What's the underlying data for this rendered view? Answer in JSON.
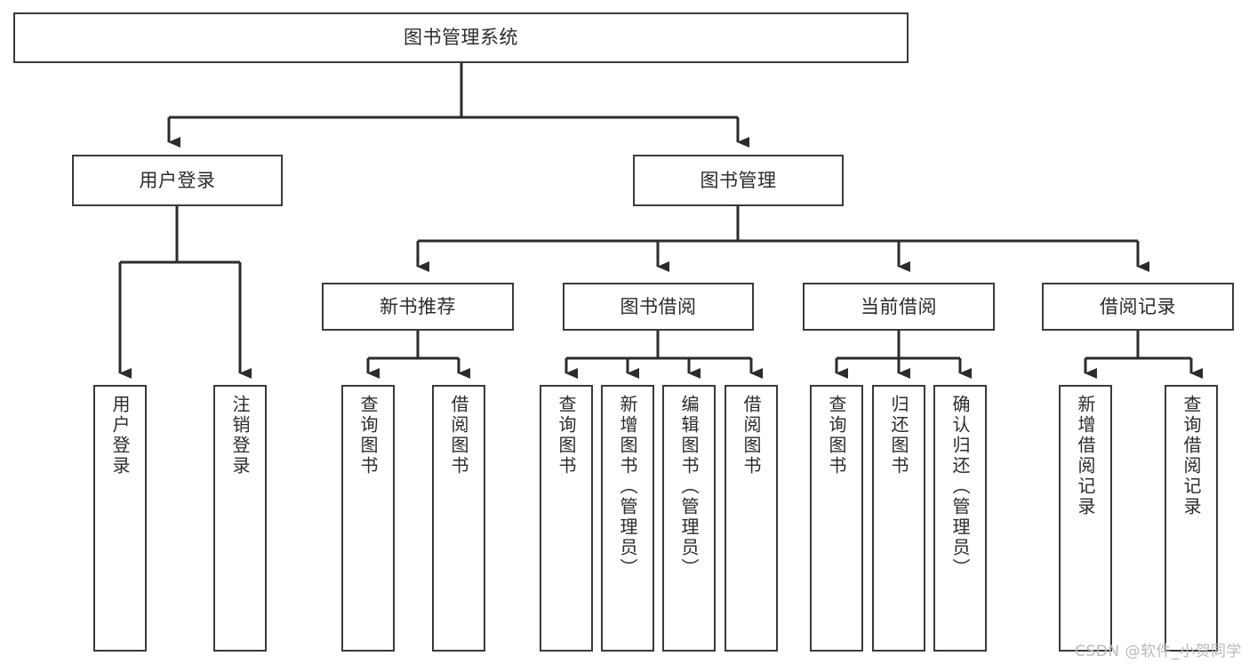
{
  "diagram": {
    "title": "图书管理系统",
    "type": "tree",
    "background_color": "#ffffff",
    "stroke_color": "#3a3a3a",
    "text_color": "#2b2b2b",
    "nodes": {
      "root": {
        "label": "图书管理系统"
      },
      "level1": [
        {
          "id": "user-login",
          "label": "用户登录"
        },
        {
          "id": "book-management",
          "label": "图书管理"
        }
      ],
      "level2": [
        {
          "id": "new-book-recommend",
          "label": "新书推荐"
        },
        {
          "id": "book-borrow",
          "label": "图书借阅"
        },
        {
          "id": "current-borrow",
          "label": "当前借阅"
        },
        {
          "id": "borrow-record",
          "label": "借阅记录"
        }
      ],
      "leaves": {
        "user_login": [
          {
            "id": "leaf-user-login",
            "label": "用户登录"
          },
          {
            "id": "leaf-logout",
            "label": "注销登录"
          }
        ],
        "new_book_recommend": [
          {
            "id": "leaf-query-book-1",
            "label": "查询图书"
          },
          {
            "id": "leaf-borrow-book-1",
            "label": "借阅图书"
          }
        ],
        "book_borrow": [
          {
            "id": "leaf-query-book-2",
            "label": "查询图书"
          },
          {
            "id": "leaf-add-book",
            "label": "新增图书（管理员）"
          },
          {
            "id": "leaf-edit-book",
            "label": "编辑图书（管理员）"
          },
          {
            "id": "leaf-borrow-book-2",
            "label": "借阅图书"
          }
        ],
        "current_borrow": [
          {
            "id": "leaf-query-book-3",
            "label": "查询图书"
          },
          {
            "id": "leaf-return-book",
            "label": "归还图书"
          },
          {
            "id": "leaf-confirm-return",
            "label": "确认归还（管理员）"
          }
        ],
        "borrow_record": [
          {
            "id": "leaf-add-record",
            "label": "新增借阅记录"
          },
          {
            "id": "leaf-query-record",
            "label": "查询借阅记录"
          }
        ]
      }
    }
  },
  "watermark": {
    "text": "CSDN @软件_小贺同学"
  }
}
